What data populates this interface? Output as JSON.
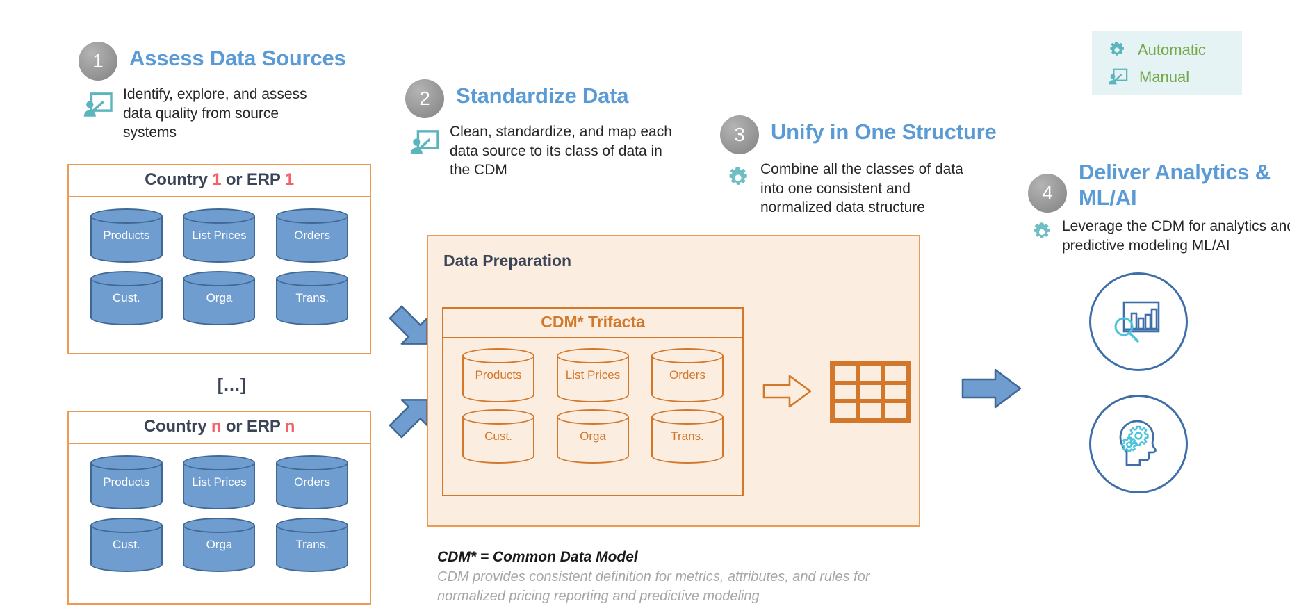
{
  "legend": {
    "items": [
      {
        "icon": "gear-icon",
        "label": "Automatic"
      },
      {
        "icon": "manual-presentation-icon",
        "label": "Manual"
      }
    ],
    "background": "#e6f3f4",
    "text_color": "#74a94a"
  },
  "steps": [
    {
      "number": "1",
      "title": "Assess Data Sources",
      "desc": "Identify, explore, and assess data quality from source systems",
      "icon": "manual-presentation-icon"
    },
    {
      "number": "2",
      "title": "Standardize Data",
      "desc": "Clean, standardize, and map each data source to its class of data in the CDM",
      "icon": "manual-presentation-icon"
    },
    {
      "number": "3",
      "title": "Unify in One Structure",
      "desc": "Combine all the classes of data into one consistent and normalized data structure",
      "icon": "gear-icon"
    },
    {
      "number": "4",
      "title": "Deliver Analytics & ML/AI",
      "desc": "Leverage the CDM for analytics and predictive modeling ML/AI",
      "icon": "gear-icon"
    }
  ],
  "sources": {
    "ellipsis": "[...]",
    "boxes": [
      {
        "title_prefix": "Country ",
        "title_accent1": "1",
        "title_middle": " or ERP ",
        "title_accent2": "1",
        "cylinders": [
          "Products",
          "List Prices",
          "Orders",
          "Cust.",
          "Orga",
          "Trans."
        ]
      },
      {
        "title_prefix": "Country ",
        "title_accent1": "n",
        "title_middle": " or ERP ",
        "title_accent2": "n",
        "cylinders": [
          "Products",
          "List Prices",
          "Orders",
          "Cust.",
          "Orga",
          "Trans."
        ]
      }
    ]
  },
  "preparation": {
    "title": "Data Preparation",
    "cdm_title": "CDM* Trifacta",
    "cylinders": [
      "Products",
      "List Prices",
      "Orders",
      "Cust.",
      "Orga",
      "Trans."
    ],
    "output_icon": "table-grid-icon"
  },
  "footnote": {
    "title": "CDM* = Common Data Model",
    "body": "CDM provides consistent definition for metrics, attributes, and rules for normalized pricing reporting and predictive modeling"
  },
  "outputs": [
    {
      "icon": "analytics-chart-magnifier-icon"
    },
    {
      "icon": "ai-head-gears-icon"
    }
  ],
  "colors": {
    "step_title": "#5b9bd5",
    "orange_border": "#ed9b52",
    "orange_accent": "#d3772a",
    "cream_fill": "#fbeee0",
    "db_blue": "#6f9dd0",
    "db_blue_border": "#3f6894",
    "teal": "#6ebec4",
    "accent_red": "#f4606a",
    "arrow_blue": "#6f9dd0"
  }
}
